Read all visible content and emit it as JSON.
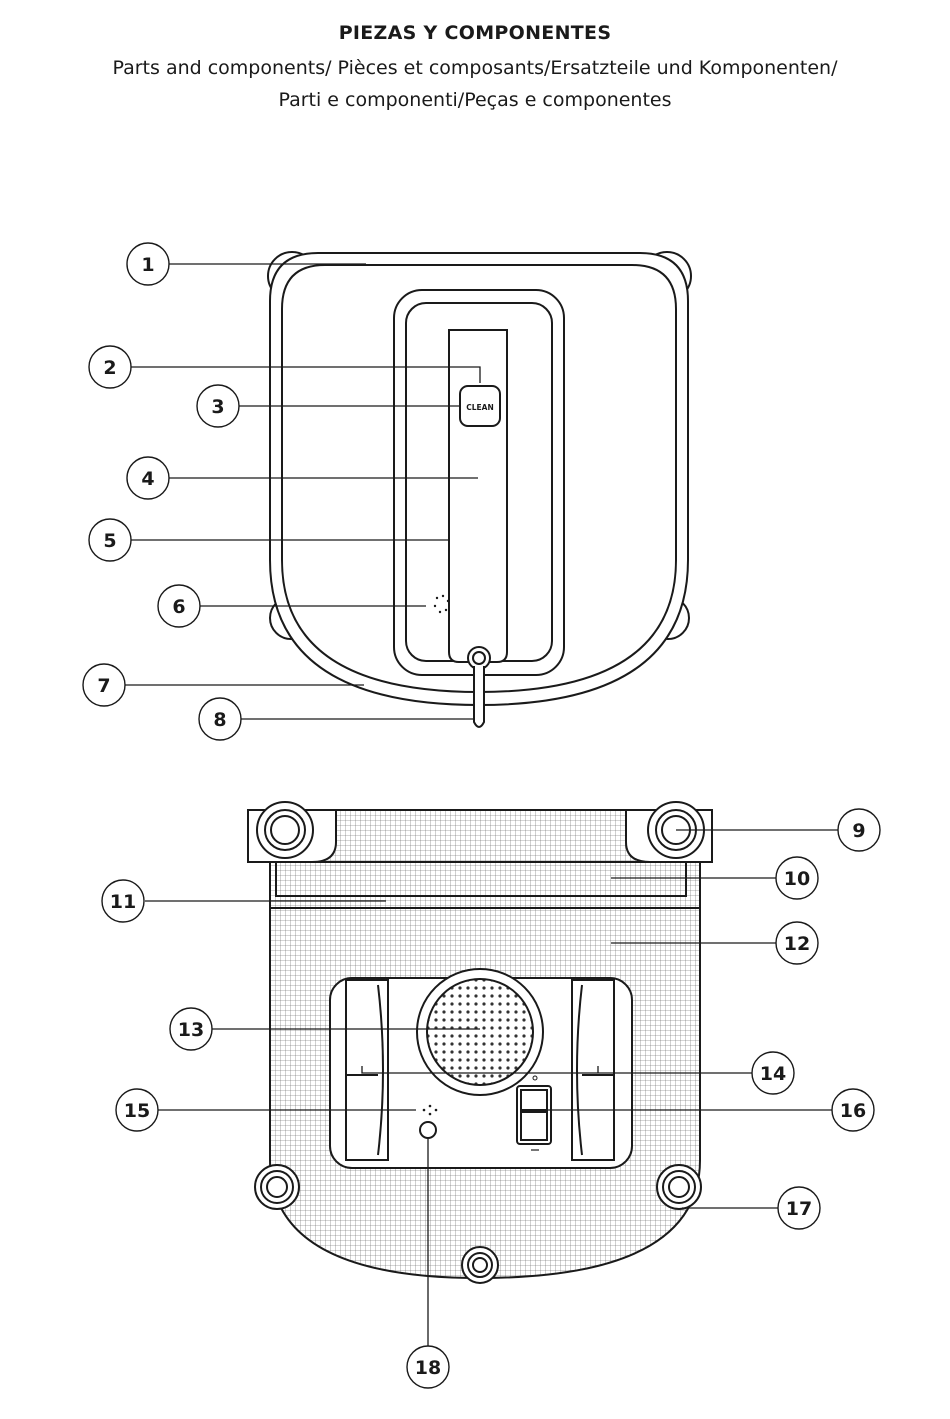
{
  "header": {
    "title": "PIEZAS Y COMPONENTES",
    "subtitle_line1": "Parts and components/ Pièces et composants/Ersatzteile und Komponenten/",
    "subtitle_line2": "Parti e componenti/Peças e componentes"
  },
  "device": {
    "button_label": "CLEAN"
  },
  "callouts": [
    "1",
    "2",
    "3",
    "4",
    "5",
    "6",
    "7",
    "8",
    "9",
    "10",
    "11",
    "12",
    "13",
    "14",
    "15",
    "16",
    "17",
    "18"
  ]
}
